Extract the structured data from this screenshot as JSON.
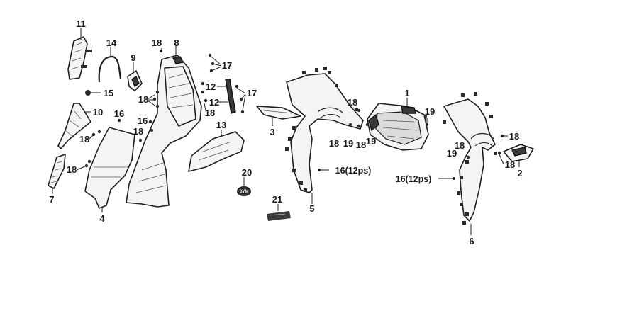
{
  "labels": {
    "p1": "1",
    "p2": "2",
    "p3": "3",
    "p4": "4",
    "p5": "5",
    "p6": "6",
    "p7": "7",
    "p8": "8",
    "p9": "9",
    "p10": "10",
    "p11": "11",
    "p12a": "12",
    "p12b": "12",
    "p13": "13",
    "p14": "14",
    "p15": "15",
    "p16a": "16",
    "p16b": "16",
    "p16c": "16(12ps)",
    "p16d": "16(12ps)",
    "p17a": "17",
    "p17b": "17",
    "p18a": "18",
    "p18b": "18",
    "p18c": "18",
    "p18d": "18",
    "p18e": "18",
    "p18f": "18",
    "p18g": "18",
    "p18h": "18",
    "p18i": "18",
    "p18j": "18",
    "p18k": "18",
    "p18l": "18",
    "p19a": "19",
    "p19b": "19",
    "p19c": "19",
    "p19d": "19",
    "p20": "20",
    "p21": "21"
  },
  "emblem_text": "SYM"
}
